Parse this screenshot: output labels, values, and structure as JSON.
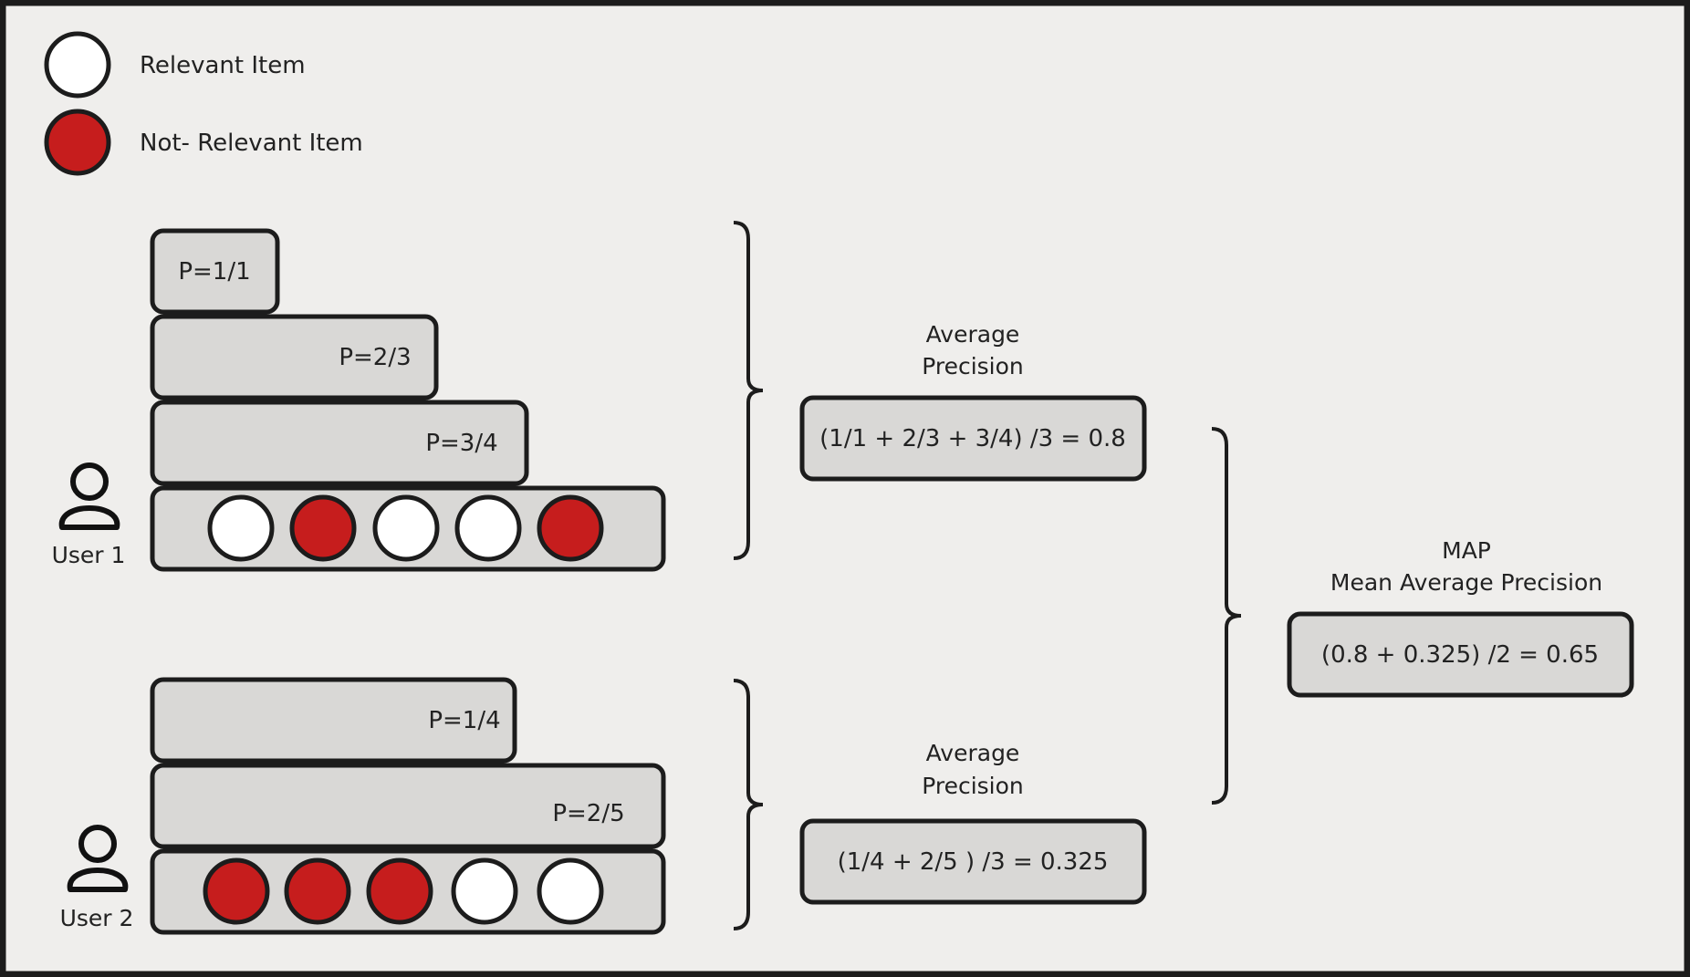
{
  "colors": {
    "background": "#efeeec",
    "frame": "#1c1c1c",
    "box_fill": "#d9d8d6",
    "relevant": "#ffffff",
    "not_relevant": "#c61d1d",
    "text": "#222222"
  },
  "legend": {
    "relevant_label": "Relevant Item",
    "not_relevant_label": "Not- Relevant Item"
  },
  "user1": {
    "label": "User 1",
    "items": [
      "relevant",
      "not_relevant",
      "relevant",
      "relevant",
      "not_relevant"
    ],
    "precisions": [
      "P=1/1",
      "P=2/3",
      "P=3/4"
    ],
    "ap_title_line1": "Average",
    "ap_title_line2": "Precision",
    "ap_formula": "(1/1 + 2/3 + 3/4) /3 = 0.8"
  },
  "user2": {
    "label": "User 2",
    "items": [
      "not_relevant",
      "not_relevant",
      "not_relevant",
      "relevant",
      "relevant"
    ],
    "precisions": [
      "P=1/4",
      "P=2/5"
    ],
    "ap_title_line1": "Average",
    "ap_title_line2": "Precision",
    "ap_formula": "(1/4 + 2/5 ) /3 = 0.325"
  },
  "map": {
    "title_line1": "MAP",
    "title_line2": "Mean Average Precision",
    "formula": "(0.8 + 0.325) /2 = 0.65"
  }
}
